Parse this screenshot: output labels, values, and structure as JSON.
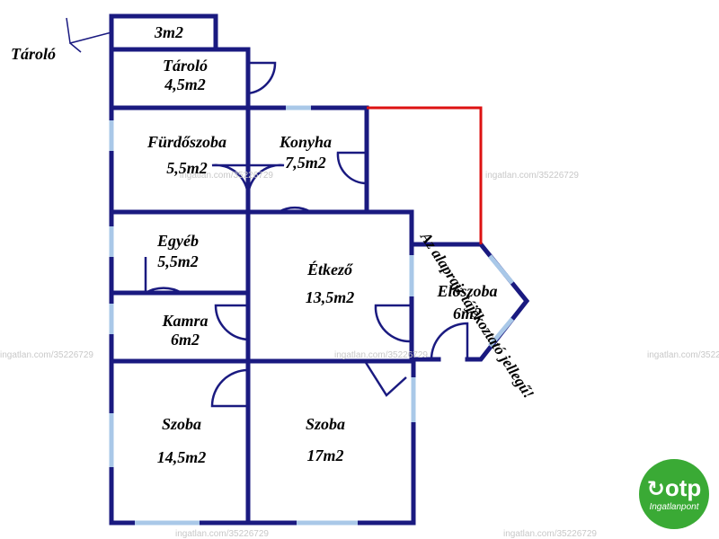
{
  "colors": {
    "wall": "#1a1a80",
    "window": "#a9c8e8",
    "extension": "#dd1111",
    "text": "#000000",
    "logo": "#3aaa35"
  },
  "outside_label": "Tároló",
  "note": "Az alaprajz tájékoztató jellegű!",
  "rooms": [
    {
      "id": "storage-small",
      "name": "",
      "area": "3m2"
    },
    {
      "id": "storage",
      "name": "Tároló",
      "area": "4,5m2"
    },
    {
      "id": "bathroom",
      "name": "Fürdőszoba",
      "area": "5,5m2"
    },
    {
      "id": "kitchen",
      "name": "Konyha",
      "area": "7,5m2"
    },
    {
      "id": "other",
      "name": "Egyéb",
      "area": "5,5m2"
    },
    {
      "id": "dining",
      "name": "Étkező",
      "area": "13,5m2"
    },
    {
      "id": "pantry",
      "name": "Kamra",
      "area": "6m2"
    },
    {
      "id": "hallway",
      "name": "Előszoba",
      "area": "6m2"
    },
    {
      "id": "room-left",
      "name": "Szoba",
      "area": "14,5m2"
    },
    {
      "id": "room-right",
      "name": "Szoba",
      "area": "17m2"
    }
  ],
  "watermark": "ingatlan.com/35226729",
  "logo": {
    "brand": "otp",
    "sub": "Ingatlanpont",
    "icon": "otp-swirl-icon"
  }
}
